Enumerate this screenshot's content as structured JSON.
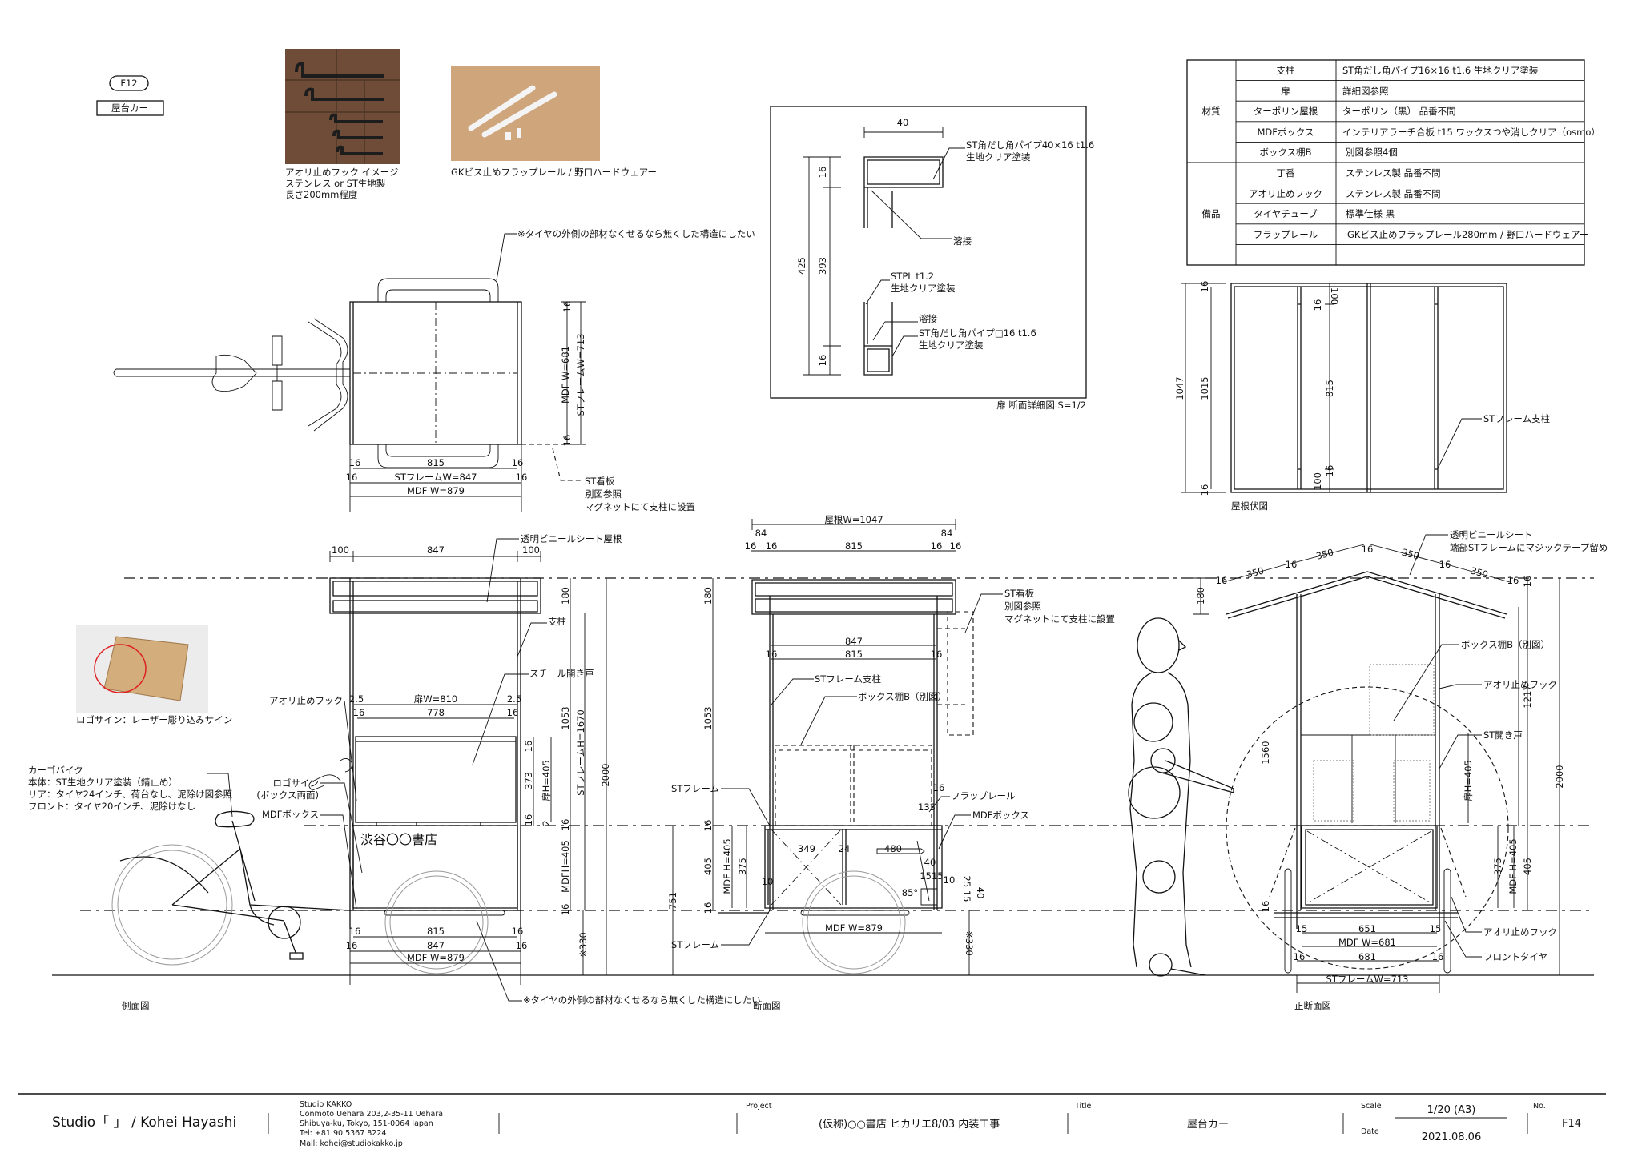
{
  "sheet": {
    "ref": "F12",
    "title": "屋台カー"
  },
  "photos": {
    "hook_caption": [
      "アオリ止めフック イメージ",
      "ステンレス or ST生地製",
      "長さ200mm程度"
    ],
    "rail_caption": "GKビス止めフラップレール / 野口ハードウェアー",
    "logo_caption": "ロゴサイン：レーザー彫り込みサイン"
  },
  "spec_table": {
    "groups": [
      {
        "label": "材質",
        "rows": [
          [
            "支柱",
            "ST角だし角パイプ16×16 t1.6 生地クリア塗装"
          ],
          [
            "扉",
            "詳細図参照"
          ],
          [
            "ターポリン屋根",
            "ターポリン（黒） 品番不問"
          ],
          [
            "MDFボックス",
            "インテリアラーチ合板 t15 ワックスつや消しクリア（osmo）"
          ],
          [
            "ボックス棚B",
            "別図参照4個"
          ]
        ]
      },
      {
        "label": "備品",
        "rows": [
          [
            "丁番",
            "ステンレス製 品番不問"
          ],
          [
            "アオリ止めフック",
            "ステンレス製 品番不問"
          ],
          [
            "タイヤチューブ",
            "標準仕様 黒"
          ],
          [
            "フラップレール",
            "GKビス止めフラップレール280mm / 野口ハードウェアー"
          ],
          [
            "",
            ""
          ]
        ]
      }
    ]
  },
  "detail": {
    "caption": "扉 断面詳細図 S=1/2",
    "texts": [
      "40",
      "ST角だし角パイプ40×16 t1.6",
      "生地クリア塗装",
      "溶接",
      "16",
      "425",
      "393",
      "16",
      "STPL t1.2",
      "生地クリア塗装",
      "溶接",
      "ST角だし角パイプ□16 t1.6",
      "生地クリア塗装"
    ]
  },
  "roof_plan": {
    "caption": "屋根伏図",
    "texts": [
      "1047",
      "16",
      "1015",
      "16",
      "100",
      "16",
      "815",
      "16",
      "100",
      "STフレーム支柱"
    ]
  },
  "plan_view": {
    "texts": [
      "※タイヤの外側の部材なくせるなら無くした構造にしたい",
      "16",
      "MDF W=681",
      "STフレームW=713",
      "16",
      "16",
      "815",
      "16",
      "16",
      "STフレームW=847",
      "16",
      "MDF W=879",
      "ST看板",
      "別図参照",
      "マグネットにて支柱に設置"
    ]
  },
  "side_view": {
    "caption": "側面図",
    "texts": [
      "100",
      "847",
      "100",
      "透明ビニールシート屋根",
      "180",
      "支柱",
      "スチール開き戸",
      "アオリ止めフック",
      "2.5",
      "扉W=810",
      "2.5",
      "16",
      "778",
      "16",
      "1053",
      "STフレームH=1670",
      "2000",
      "16",
      "373",
      "扉H=405",
      "16",
      "2",
      "16",
      "ロゴサイン",
      "(ボックス両面)",
      "MDFボックス",
      "カーゴバイク",
      "本体：ST生地クリア塗装（錆止め）",
      "リア：タイヤ24インチ、荷台なし、泥除け図参照",
      "フロント：タイヤ20インチ、泥除けなし",
      "渋谷〇〇書店",
      "MDFH=405",
      "16",
      "751",
      "※330",
      "16",
      "815",
      "16",
      "16",
      "847",
      "16",
      "MDF W=879",
      "※タイヤの外側の部材なくせるなら無くした構造にしたい"
    ]
  },
  "section_view": {
    "caption": "断面図",
    "texts": [
      "屋根W=1047",
      "84",
      "84",
      "16",
      "16",
      "815",
      "16",
      "16",
      "180",
      "1053",
      "847",
      "16",
      "815",
      "16",
      "STフレーム支柱",
      "ボックス棚B（別図）",
      "ST看板",
      "別図参照",
      "マグネットにて支柱に設置",
      "STフレーム",
      "16",
      "フラップレール",
      "133",
      "MDFボックス",
      "349",
      "24",
      "480",
      "16",
      "405",
      "MDF H=405",
      "375",
      "16",
      "10",
      "40",
      "1515",
      "10",
      "85°",
      "25 15",
      "40",
      "MDF W=879",
      "※330",
      "STフレーム"
    ]
  },
  "front_view": {
    "caption": "正断面図",
    "texts": [
      "透明ビニールシート",
      "端部STフレームにマジックテープ留め",
      "16",
      "350",
      "16",
      "350",
      "16",
      "350",
      "16",
      "350",
      "16",
      "16",
      "180",
      "ボックス棚B（別図）",
      "アオリ止めフック",
      "1217",
      "ST開き戸",
      "1560",
      "扉H=405",
      "2000",
      "375",
      "MDF H=405",
      "405",
      "16",
      "15",
      "651",
      "15",
      "MDF W=681",
      "16",
      "681",
      "16",
      "STフレームW=713",
      "アオリ止めフック",
      "フロントタイヤ"
    ]
  },
  "footer": {
    "studio": "Studio「 」 /  Kohei Hayashi",
    "address": [
      "Studio KAKKO",
      "Conmoto Uehara 203,2-35-11 Uehara",
      "Shibuya-ku, Tokyo, 151-0064 Japan",
      "Tel: +81 90 5367 8224",
      "Mail: kohei@studiokakko.jp"
    ],
    "project_label": "Project",
    "project": "(仮称)○○書店 ヒカリエ8/03 内装工事",
    "title_label": "Title",
    "title": "屋台カー",
    "scale_label": "Scale",
    "scale": "1/20 (A3)",
    "date_label": "Date",
    "date": "2021.08.06",
    "no_label": "No.",
    "no": "F14"
  }
}
